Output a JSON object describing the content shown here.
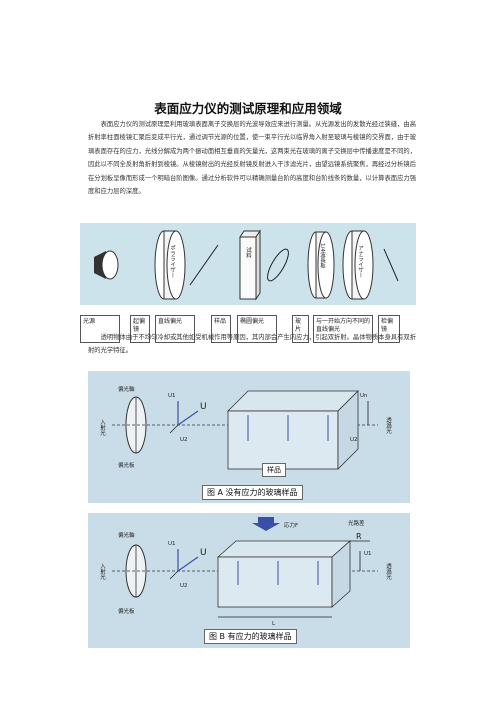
{
  "title": "表面应力仪的测试原理和应用领域",
  "paragraph1": "表面应力仪的测试原理是利用玻璃表面离子交换层的光波导效应来进行测量。从光源发出的发散光经过狭缝，由高折射率柱面棱镜汇聚后变成平行光，通过调节光源的位置，使一束平行光以临界角入射至玻璃与棱镜的交界面，由于玻璃表面存在的应力，光线分解成为两个振动面相互垂直的矢量光，这两束光在玻璃的离子交换层中传播速度是不同的，因此以不同全反射角折射到棱镜。从棱镜射出的光经反射镜反射进入干涉滤光片，由望远镜系统聚焦，再经过分析镜后在分划板呈像而形成一个明暗台阶图像。通过分析软件可以精确测量台阶的高度和台阶线条的数量，以计算表面应力强度和应力层的深度。",
  "paragraph2": "透明物体由于不均匀冷却或其他如受机械作用等原因，其内部会产生内应力，引起双折射。晶体物质本身具有双折射的光学特征。",
  "optics": {
    "polarizer": "ポラライザー",
    "sample": "试料",
    "quarter_wave": "1/4波長板",
    "analyzer": "アナライザー"
  },
  "labels": [
    "光源",
    "起偏镜",
    "直线偏光",
    "样品",
    "椭圆偏光",
    "玻片",
    "与一开始方向不同的直线偏光",
    "检偏镜"
  ],
  "figA": {
    "axis": "偏光軸",
    "u1": "U1",
    "u2": "U2",
    "u": "U",
    "un": "Un",
    "u2r": "U2",
    "incident": "入射光",
    "transmitted": "透過光",
    "polarizer": "偏光板",
    "sample": "样品",
    "caption": "图 A 没有应力的玻璃样品"
  },
  "figB": {
    "axis": "偏光軸",
    "force": "応力F",
    "path_diff": "光路差",
    "r": "R",
    "u1": "U1",
    "u2": "U2",
    "u": "U",
    "u1r": "U1",
    "incident": "入射光",
    "transmitted": "透過光",
    "polarizer": "偏光板",
    "l": "L",
    "caption": "图 B 有应力的玻璃样品"
  },
  "colors": {
    "panel": "#c9dde8",
    "optics_bg": "#cde3ec",
    "arrow": "#3a4fa8"
  }
}
